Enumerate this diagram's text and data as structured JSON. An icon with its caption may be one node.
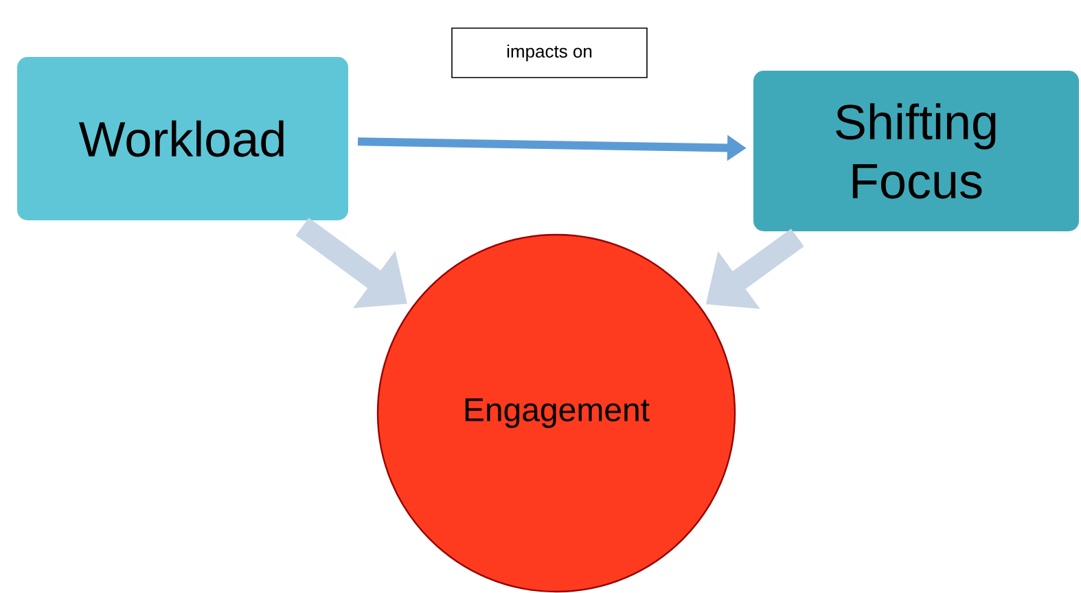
{
  "diagram": {
    "nodes": [
      {
        "text": [
          "Workload"
        ]
      },
      {
        "text": [
          "Shifting Focus"
        ]
      },
      {
        "text": [
          "Engagement"
        ]
      }
    ],
    "edges": [
      {
        "from": 0,
        "to": 1,
        "arrow": "to",
        "label": "impacts on",
        "color": "#5b9bd5"
      },
      {
        "from": 0,
        "to": 2,
        "arrow": "to"
      },
      {
        "from": 1,
        "to": 2,
        "arrow": "to"
      }
    ]
  }
}
